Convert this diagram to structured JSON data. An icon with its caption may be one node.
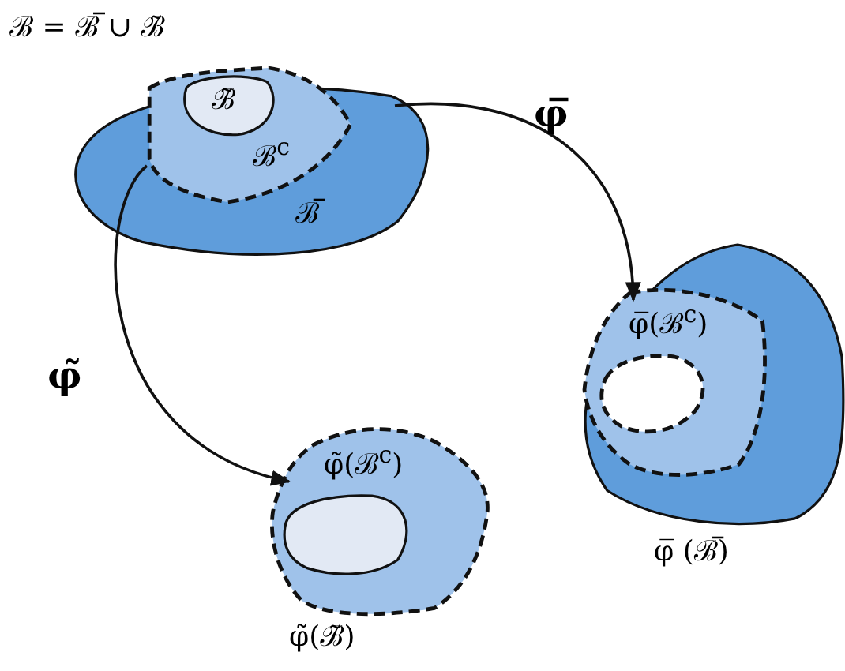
{
  "diagram": {
    "nodes": [
      {
        "text": [
          "ℬ̅"
        ]
      },
      {
        "text": [
          "ℬ$^{c}$"
        ],
        "in": 0
      },
      {
        "text": [
          "ℬ̃"
        ],
        "in": 1
      },
      {
        "text": [
          "φ̅ (ℬ̅)"
        ]
      },
      {
        "text": [
          "φ̅(ℬ$^{c}$)"
        ],
        "in": 3
      },
      {
        "text": [],
        "shape": "blob",
        "in": 4
      },
      {
        "text": [
          "φ̃(ℬ$^{c}$)"
        ],
        "beside": [
          "φ̃(ℬ̃)"
        ]
      },
      {
        "text": [],
        "shape": "blob",
        "in": 6
      }
    ],
    "edges": [
      {
        "from": 0,
        "to": 4,
        "arrow": "to",
        "label": "φ̅"
      },
      {
        "from": 1,
        "to": 6,
        "arrow": "to",
        "label": "φ̃"
      }
    ],
    "labels": [
      "ℬ = ℬ̅ ∪ ℬ̃"
    ]
  }
}
